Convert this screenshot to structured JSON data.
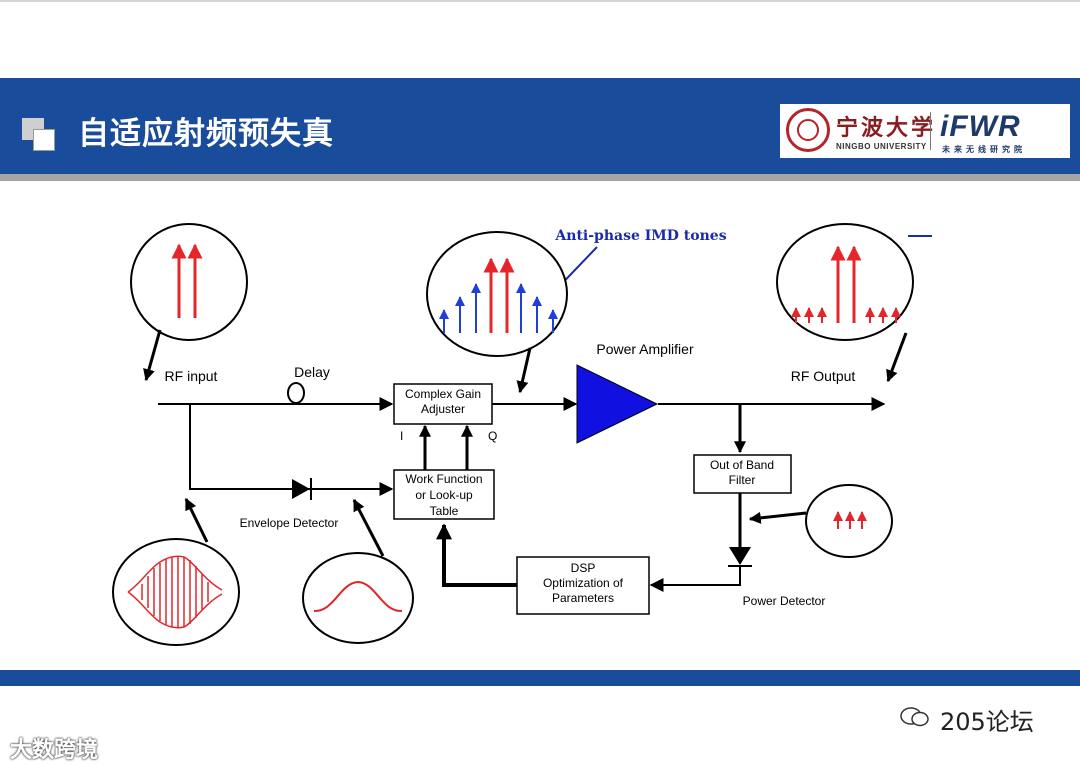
{
  "slide": {
    "title": "自适应射频预失真"
  },
  "logos": {
    "university_cn": "宁波大学",
    "university_en": "NINGBO UNIVERSITY",
    "lab": "iFWR",
    "lab_sub": "未来无线研究院"
  },
  "diagram": {
    "annotation_imd": "Anti-phase IMD tones",
    "rf_input": "RF input",
    "delay": "Delay",
    "complex_gain_line1": "Complex Gain",
    "complex_gain_line2": "Adjuster",
    "label_i": "I",
    "label_q": "Q",
    "power_amplifier": "Power Amplifier",
    "rf_output": "RF Output",
    "work_function_line1": "Work Function",
    "work_function_line2": "or Look-up",
    "work_function_line3": "Table",
    "envelope_detector": "Envelope Detector",
    "out_of_band_line1": "Out of Band",
    "out_of_band_line2": "Filter",
    "dsp_line1": "DSP",
    "dsp_line2": "Optimization of",
    "dsp_line3": "Parameters",
    "power_detector": "Power Detector"
  },
  "colors": {
    "header_blue": "#1a4c9c",
    "tone_red": "#e3262b",
    "tone_blue": "#1f3fd6",
    "annotation_blue": "#1a2aa8"
  },
  "watermarks": {
    "left": "大数跨境",
    "right": "205论坛"
  }
}
